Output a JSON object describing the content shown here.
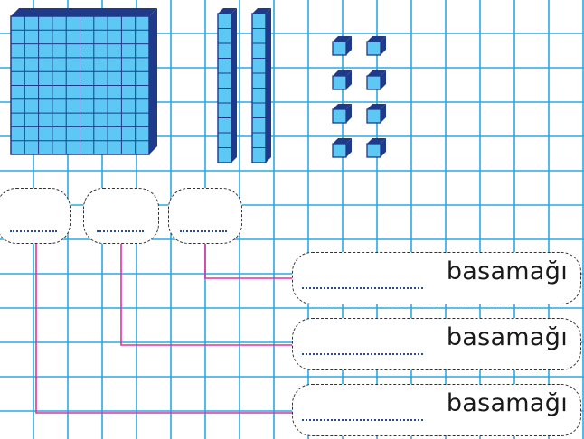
{
  "colors": {
    "grid": "#29a8e6",
    "block_face": "#5ec8f5",
    "block_dark": "#1f3a8a",
    "connector": "#e0339a"
  },
  "blocks": {
    "hundreds": {
      "count": 1,
      "name": "flat-hundred-block"
    },
    "tens": {
      "count": 2,
      "name": "rod-ten-block"
    },
    "ones": {
      "count": 8,
      "name": "unit-cube"
    }
  },
  "answer_boxes": [
    {
      "id": "hundreds",
      "placeholder": "........"
    },
    {
      "id": "tens",
      "placeholder": "........"
    },
    {
      "id": "ones",
      "placeholder": "........"
    }
  ],
  "label_boxes": [
    {
      "word": "basamağı"
    },
    {
      "word": "basamağı"
    },
    {
      "word": "basamağı"
    }
  ]
}
